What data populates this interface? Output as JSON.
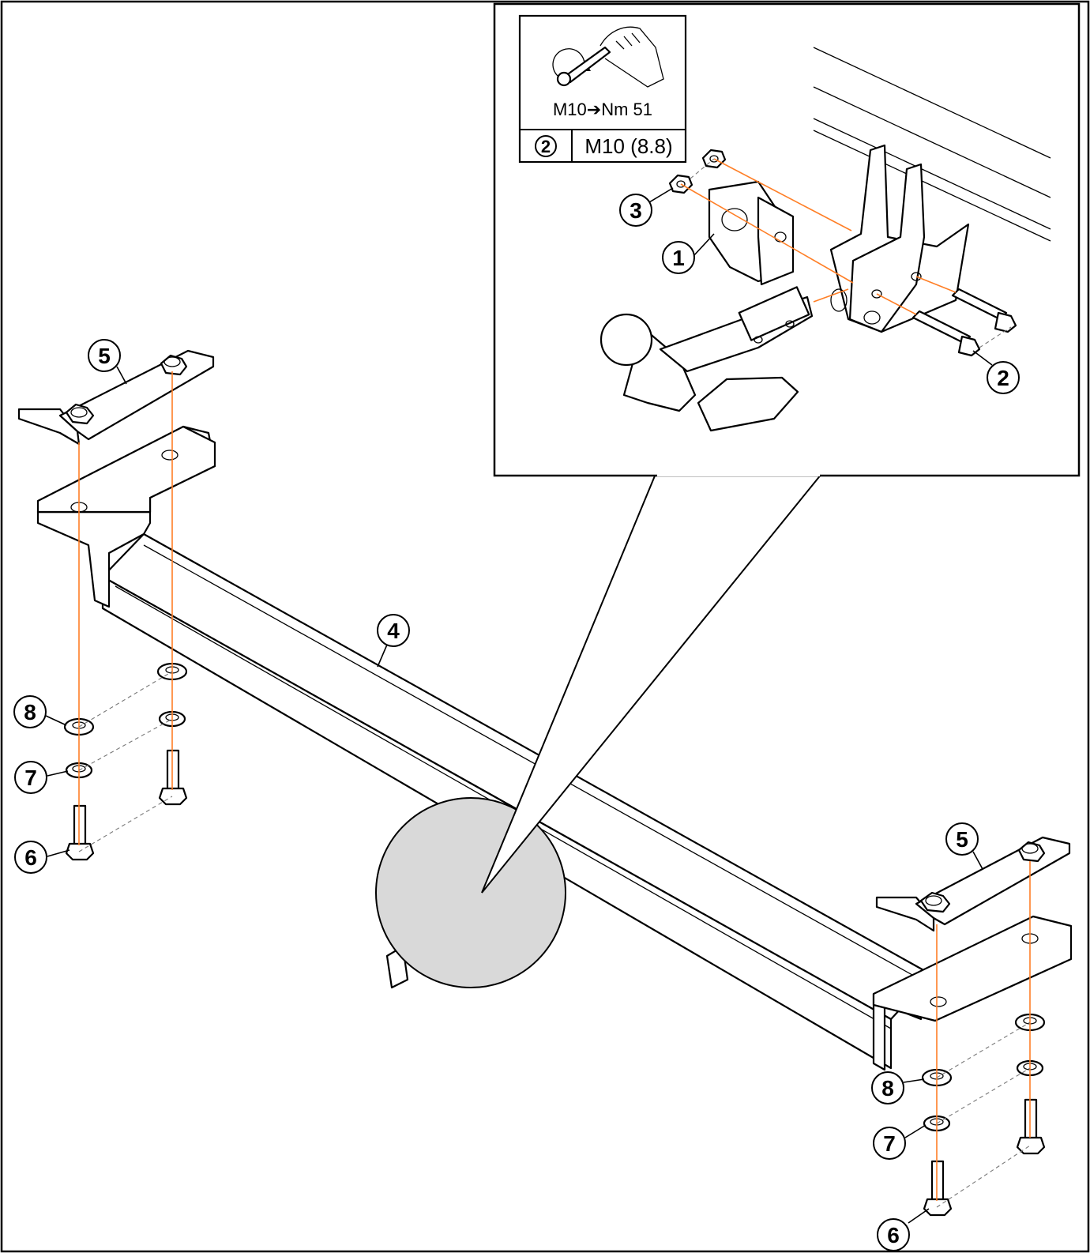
{
  "torque_box": {
    "tool_icon": "wrench-hand-icon",
    "torque_spec": "M10➔Nm 51",
    "bolt_ref_number": "2",
    "bolt_grade": "M10 (8.8)"
  },
  "callouts": {
    "ball_mount_bracket": "1",
    "bolt_inset": "2",
    "nut_inset": "3",
    "crossbar": "4",
    "clamp_plate_left": "5",
    "clamp_plate_right": "5",
    "bolt_left": "6",
    "bolt_right": "6",
    "spring_washer_left": "7",
    "spring_washer_right": "7",
    "flat_washer_left": "8",
    "flat_washer_right": "8"
  },
  "colors": {
    "line": "#000000",
    "alignment_line": "#ff7f27",
    "focus_circle": "#d9d9d9",
    "background": "#ffffff"
  }
}
